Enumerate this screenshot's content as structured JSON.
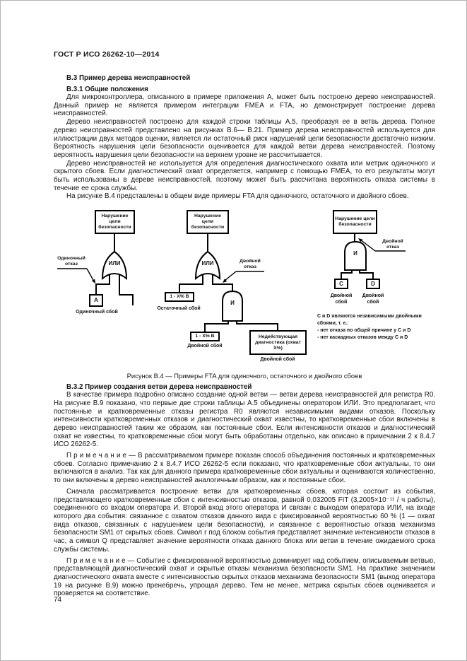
{
  "header": {
    "title": "ГОСТ Р ИСО 26262-10—2014"
  },
  "footer": {
    "page_number": "74"
  },
  "sections": {
    "b3_title": "В.3 Пример дерева неисправностей",
    "b31_title": "В.3.1 Общие положения",
    "b31_p1": "Для микроконтроллера, описанного в примере приложения А, может быть построено дерево неисправностей. Данный пример не является примером интеграции FMEA и FTA, но демонстрирует построение дерева неисправностей.",
    "b31_p2": "Дерево неисправностей построено для каждой строки таблицы А.5, преобразуя ее в ветвь дерева. Полное дерево неисправностей представлено на рисунках В.6— В.21. Пример дерева неисправностей используется для иллюстрации двух методов оценки, является ли остаточный риск нарушений цели безопасности достаточно низким. Вероятность нарушения цели безопасности оценивается для каждой ветви дерева неисправностей. Поэтому вероятность нарушения цели безопасности на верхнем уровне не рассчитывается.",
    "b31_p3": "Дерево неисправностей не используется для определения диагностического охвата или метрик одиночного и скрытого сбоев. Если диагностический охват определяется, например с помощью FMEA, то его результаты могут быть использованы в дереве неисправностей, поэтому может быть рассчитана вероятность отказа системы в течение ее срока службы.",
    "b31_p4": "На рисунке В.4 представлены в общем виде примеры FTA для одиночного, остаточного и двойного сбоев.",
    "b32_title": "В.3.2 Пример создания ветви дерева неисправностей",
    "b32_p1": "В качестве примера подробно описано создание одной ветви — ветви дерева неисправностей для регистра R0. На рисунке В.9 показано, что первые две строки таблицы А.5 объединены оператором ИЛИ. Это предполагает, что постоянные и кратковременные отказы регистра R0 являются независимыми видами отказов. Поскольку интенсивности кратковременных отказов и диагностический охват известны, то кратковременные сбои включены в дерево неисправностей таким же образом, как постоянные сбои. Если интенсивности отказов и диагностический охват не известны, то кратковременные сбои могут быть обработаны отдельно, как описано в примечании 2 к 8.4.7 ИСО 26262-5.",
    "b32_note1": "П р и м е ч а н и е  — В рассматриваемом примере показан способ объединения постоянных и кратковременных сбоев. Согласно примечанию 2 к 8.4.7 ИСО 26262-5 если показано, что кратковременные сбои актуальны, то они включаются в анализ. Так как для данного примера кратковременные сбои актуальны и оцениваются количественно, то они включены в дерево неисправностей аналогичным образом, как и постоянные сбои.",
    "b32_p2": "Сначала рассматривается построение ветви для кратковременных сбоев, которая состоит из события, представляющего кратковременные сбои с интенсивностью отказов, равной 0,032005 FIT (3,2005×10⁻¹¹ / ч работы), соединенного со входом оператора И. Второй вход этого оператора И связан с выходом оператора ИЛИ, на входе которого два события: связанное с охватом отказов данного вида с фиксированной вероятностью 60 % (1 — охват вида отказов, связанных с нарушением цели безопасности), и связанное с вероятностью отказа механизма безопасности SM1 от скрытых сбоев. Символ r под блоком события представляет значение интенсивности отказов в час, а символ Q представляет значение вероятности отказа данного блока или ветви в течение ожидаемого срока службы системы.",
    "b32_note2": "П р и м е ч а н и е  — Событие с фиксированной вероятностью доминирует над событием, описываемым ветвью, представляющей диагностический охват и скрытые отказы механизма безопасности SM1. На практике значением диагностического охвата вместе с интенсивностью скрытых отказов механизма безопасности SM1 (выход оператора 19 на рисунке В.9) можно пренебречь, упрощая дерево. Тем не менее, метрика скрытых сбоев оценивается и проверяется на соответствие."
  },
  "figure": {
    "caption": "Рисунок В.4 — Примеры FTA для одиночного, остаточного и двойного сбоев",
    "goal_box": "Нарушение цели безопасности",
    "gates": {
      "or": "ИЛИ",
      "and": "И"
    },
    "tree1": {
      "side_l1": "Одиночный",
      "side_l2": "отказ",
      "event": "А",
      "caption": "Одиночный сбой"
    },
    "tree2": {
      "side_l1": "Двойной",
      "side_l2": "отказ",
      "left_event": "1 - Х% В",
      "left_caption": "Остаточный сбой",
      "and_left_event": "1 - Х% В",
      "and_left_caption": "Двойной сбой",
      "right_event": "Недействующая диагностика (охват Х%)",
      "right_caption": "Двойной сбой"
    },
    "tree3": {
      "side_l1": "Двойной",
      "side_l2": "отказ",
      "left_event": "С",
      "right_event": "D",
      "cap_l1": "Двойной",
      "cap_l2": "сбой",
      "note_l1": "С и D являются независимыми двойными",
      "note_l2": "сбоями, т. е.:",
      "note_l3": "- нет отказа по общей причине у С и D",
      "note_l4": "- нет каскадных отказов между С и D"
    }
  }
}
